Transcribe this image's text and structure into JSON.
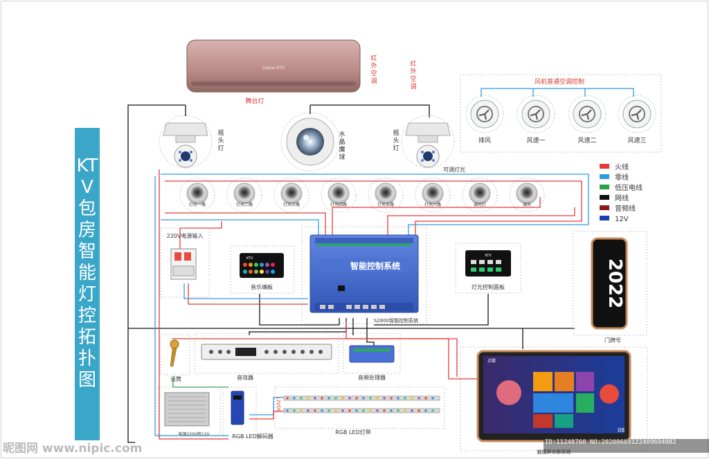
{
  "title": "KTV包房智能灯控拓扑图",
  "ac": {
    "label_left": "红外空调",
    "label_right": "红外空调",
    "brand": "Gabas·KTV"
  },
  "stage_light_label": "舞台灯",
  "moving_head_left": "摇头灯",
  "moving_head_right": "摇头灯",
  "crystal_ball": "水晶魔球",
  "fan_panel": {
    "title": "风机普通空调控制",
    "items": [
      "排风",
      "风速一",
      "风速二",
      "风速三"
    ]
  },
  "dimmable_label": "可调灯光",
  "downlights": [
    "灯光一路",
    "灯光二路",
    "灯光三路",
    "灯光四路",
    "灯光五路",
    "灯光六路",
    "调光灯",
    "调光"
  ],
  "legend": [
    {
      "label": "火线",
      "color": "#e53935"
    },
    {
      "label": "零线",
      "color": "#2e9be0"
    },
    {
      "label": "低压电线",
      "color": "#2e9e4b"
    },
    {
      "label": "网线",
      "color": "#111111"
    },
    {
      "label": "音频线",
      "color": "#8b1a1a"
    },
    {
      "label": "12V",
      "color": "#1f3fb0"
    }
  ],
  "power_input": "220V电源输入",
  "music_panel": {
    "label": "音乐编板",
    "brand": "KTV"
  },
  "controller": {
    "title": "智能控制系统",
    "label": "S2800智能控制系统"
  },
  "light_panel": {
    "label": "灯光控制面板",
    "brand": "KTV"
  },
  "door_sign": {
    "label": "门牌号",
    "number": "2022"
  },
  "microphone": "话筒",
  "amplifier": "音效器",
  "audio_processor": "音频处理器",
  "psu": "电源220V转12V",
  "rgb_controller": "RGB LED解码器",
  "rgb_strip": "RGB LED灯带",
  "dc12v": "12VDC",
  "touchscreen": {
    "label": "触摸屏点歌系统",
    "number": "08",
    "top_left": "点歌"
  },
  "footer": {
    "left": "昵图网 www.nipic.com",
    "right": "ID:11248760 NO:20200605122409694082"
  }
}
